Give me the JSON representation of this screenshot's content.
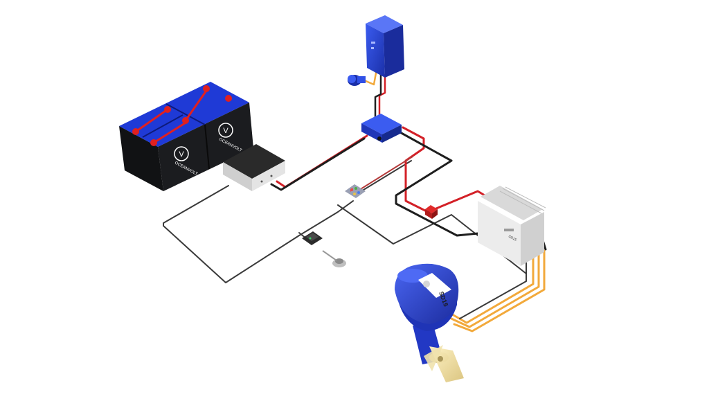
{
  "diagram": {
    "battery_brand": "OCEANVOLT",
    "motor_model": "SD15",
    "controller_label": "SD15"
  },
  "colors": {
    "background": "#ffffff",
    "cable_red": "#d32027",
    "cable_black": "#1e1e1e",
    "cable_gray": "#3a3a3a",
    "cable_orange": "#f2a93b",
    "component_blue": "#1d3fd1",
    "battery_body": "#202225",
    "controller_body": "#ececec",
    "propeller": "#e8d89a"
  }
}
